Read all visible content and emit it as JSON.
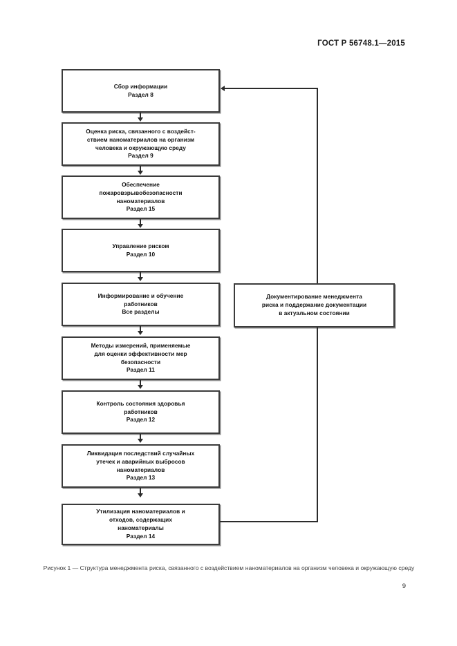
{
  "document": {
    "standard_header": "ГОСТ Р 56748.1—2015",
    "page_number": "9"
  },
  "figure": {
    "caption": "Рисунок 1 — Структура менеджмента риска, связанного с воздействием наноматериалов на организм человека и окружающую среду",
    "nodes": [
      {
        "id": "n1",
        "text": "Сбор информации\nРаздел 8"
      },
      {
        "id": "n2",
        "text": "Оценка риска, связанного с воздейст-\nствием наноматериалов на организм\nчеловека и окружающую среду\nРаздел 9"
      },
      {
        "id": "n3",
        "text": "Обеспечение\nпожаровзрывобезопасности\nнаноматериалов\nРаздел 15"
      },
      {
        "id": "n4",
        "text": "Управление риском\nРаздел 10"
      },
      {
        "id": "n5",
        "text": "Информирование и обучение\nработников\nВсе разделы"
      },
      {
        "id": "n6",
        "text": "Методы измерений, применяемые\nдля оценки эффективности мер\nбезопасности\nРаздел 11"
      },
      {
        "id": "n7",
        "text": "Контроль состояния здоровья\nработников\nРаздел 12"
      },
      {
        "id": "n8",
        "text": "Ликвидация последствий случайных\nутечек и аварийных выбросов\nнаноматериалов\nРаздел 13"
      },
      {
        "id": "n9",
        "text": "Утилизация наноматериалов и\nотходов, содержащих\nнаноматериалы\nРаздел 14"
      },
      {
        "id": "ndoc",
        "text": "Документирование менеджмента\nриска и поддержание документации\nв актуальном состоянии"
      }
    ]
  },
  "colors": {
    "box_border": "#3b3b3b",
    "connector": "#2b2b2b",
    "box_shadow": "#8a8a8a",
    "text": "#111111",
    "caption_text": "#3a3a3a",
    "background": "#ffffff"
  }
}
